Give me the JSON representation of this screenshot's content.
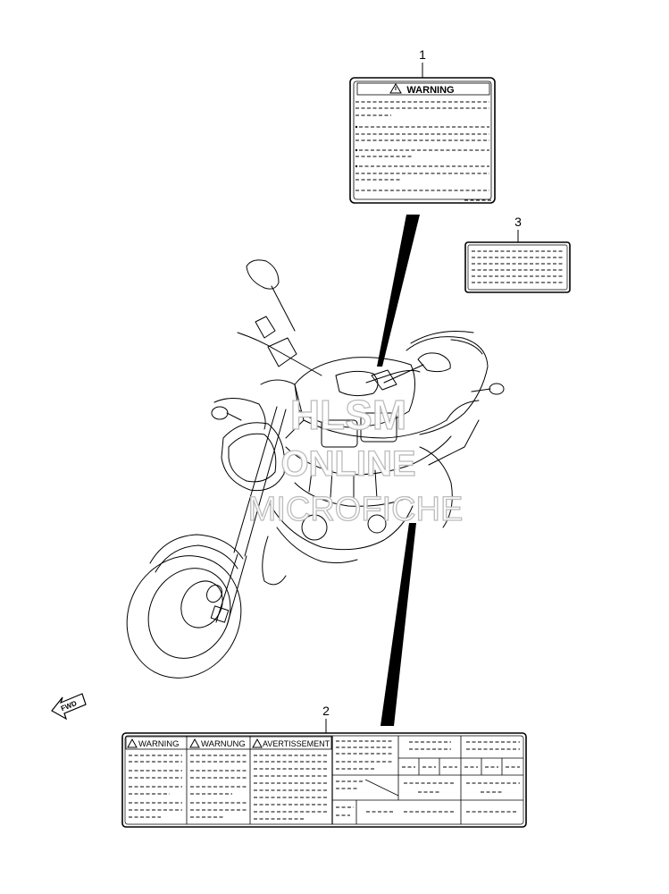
{
  "callouts": [
    {
      "number": "1"
    },
    {
      "number": "2"
    },
    {
      "number": "3"
    }
  ],
  "label1": {
    "heading": "WARNING"
  },
  "label2": {
    "headings": [
      "WARNING",
      "WARNUNG",
      "AVERTISSEMENT"
    ]
  },
  "direction": {
    "text": "FWD"
  },
  "watermark": {
    "lines": [
      "HLSM",
      "ONLINE",
      "MICROFICHE"
    ]
  }
}
